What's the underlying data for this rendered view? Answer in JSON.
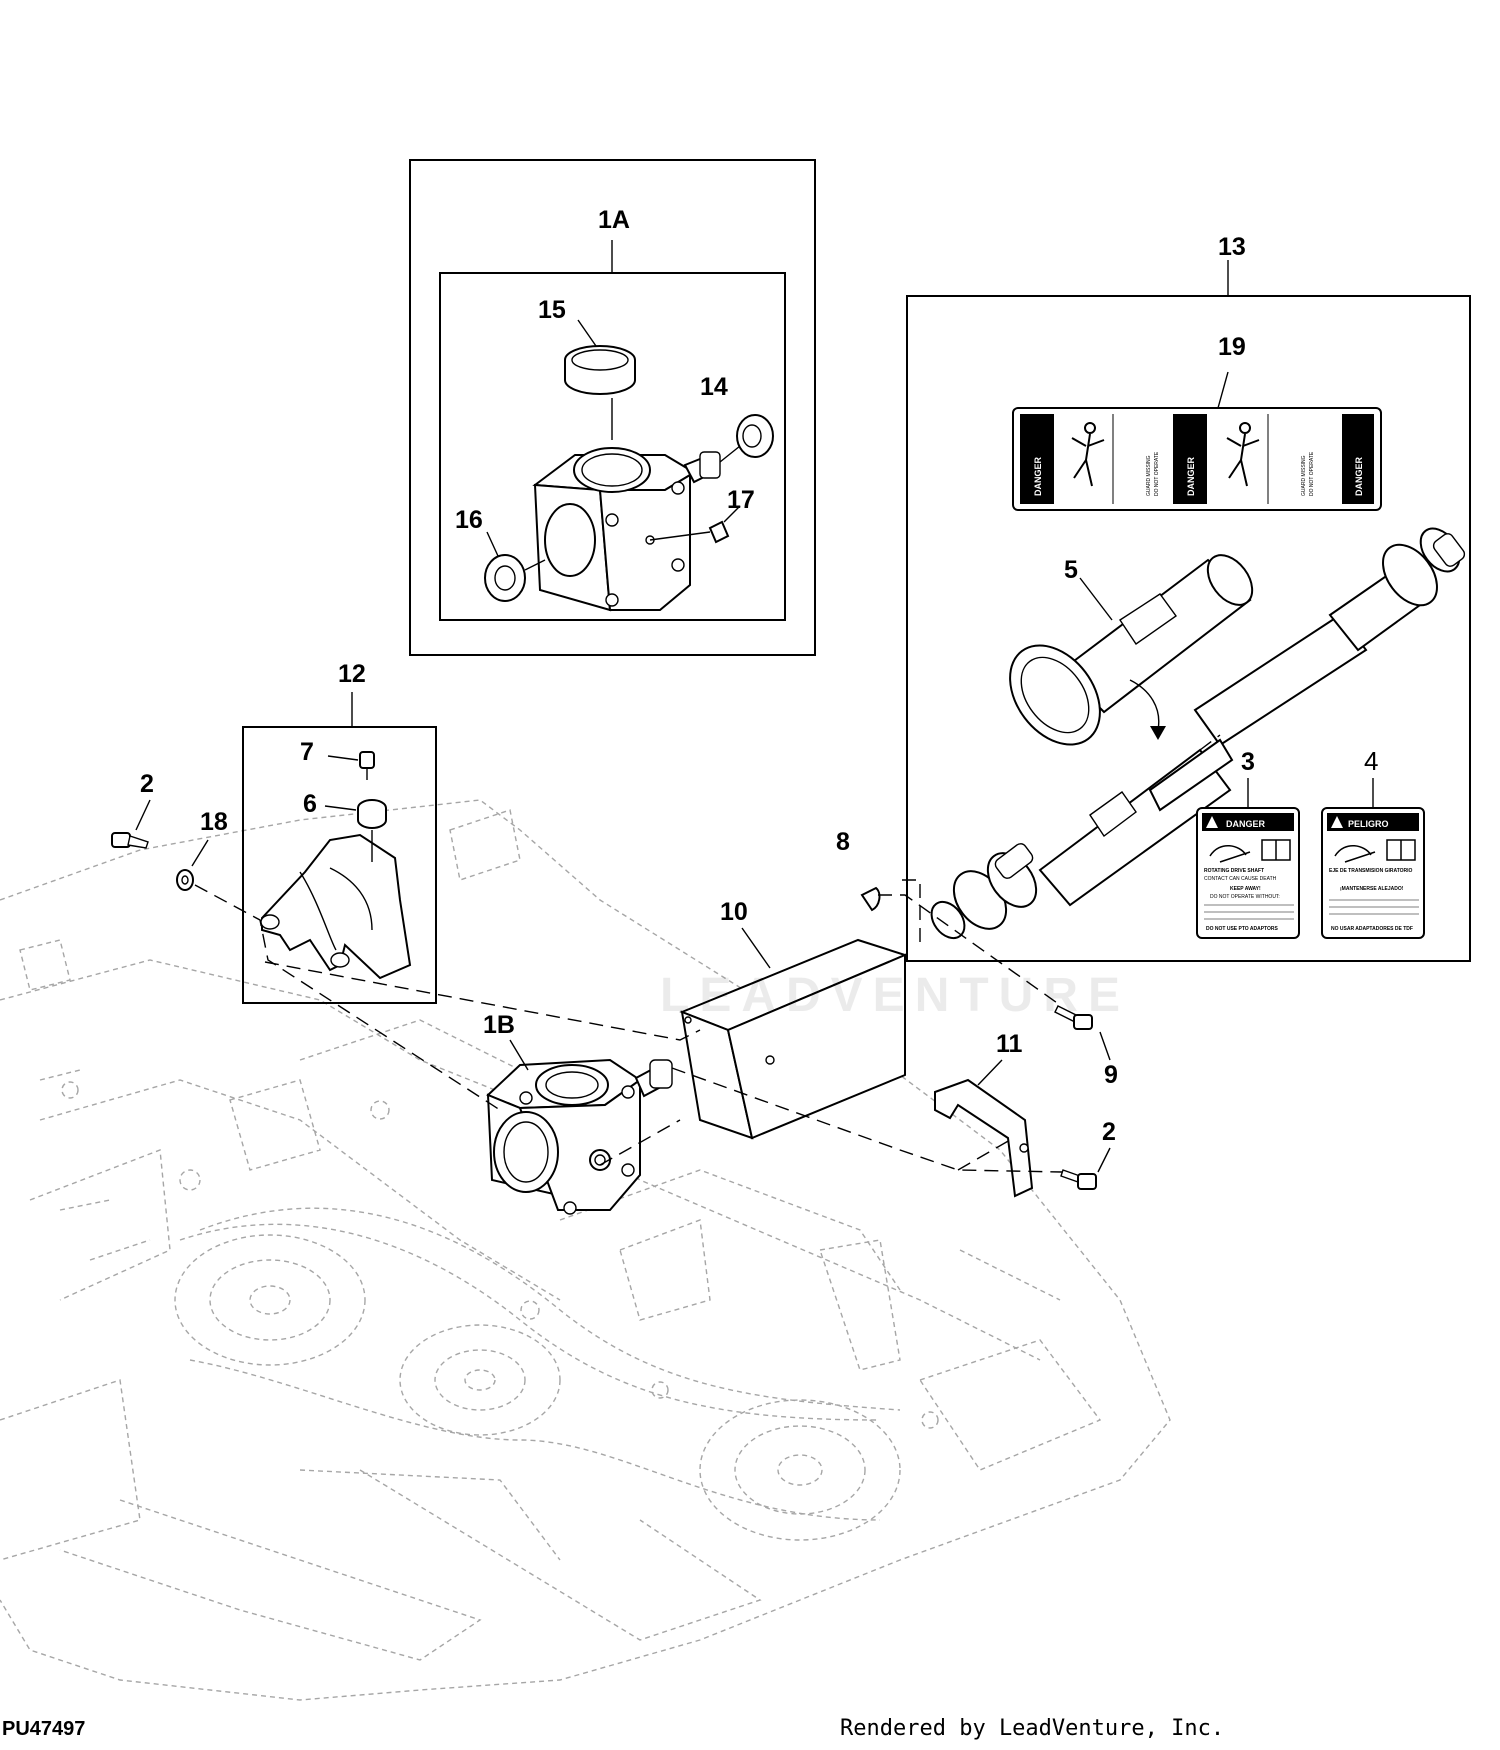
{
  "diagram": {
    "id_label": "PU47497",
    "credit": "Rendered by LeadVenture, Inc.",
    "watermark": "LEADVENTURE"
  },
  "callouts": {
    "c1A": "1A",
    "c1B": "1B",
    "c2a": "2",
    "c2b": "2",
    "c3": "3",
    "c4": "4",
    "c5": "5",
    "c6": "6",
    "c7": "7",
    "c8": "8",
    "c9": "9",
    "c10": "10",
    "c11": "11",
    "c12": "12",
    "c13": "13",
    "c14": "14",
    "c15": "15",
    "c16": "16",
    "c17": "17",
    "c18": "18",
    "c19": "19"
  },
  "decals": {
    "strip_word": "DANGER",
    "strip_text_1": "GUARD MISSING",
    "strip_text_2": "DO NOT OPERATE",
    "decal3_title": "DANGER",
    "decal3_sub": "ROTATING DRIVE SHAFT",
    "decal3_line1": "CONTACT CAN CAUSE DEATH",
    "decal3_line2": "KEEP AWAY!",
    "decal3_line3": "DO NOT OPERATE WITHOUT:",
    "decal3_line4": "DO NOT USE PTO ADAPTORS",
    "decal4_title": "PELIGRO",
    "decal4_sub": "EJE DE TRANSMISION GIRATORIO",
    "decal4_line1": "¡MANTENERSE ALEJADO!",
    "decal4_line2": "NO USAR ADAPTADORES DE TDF"
  }
}
